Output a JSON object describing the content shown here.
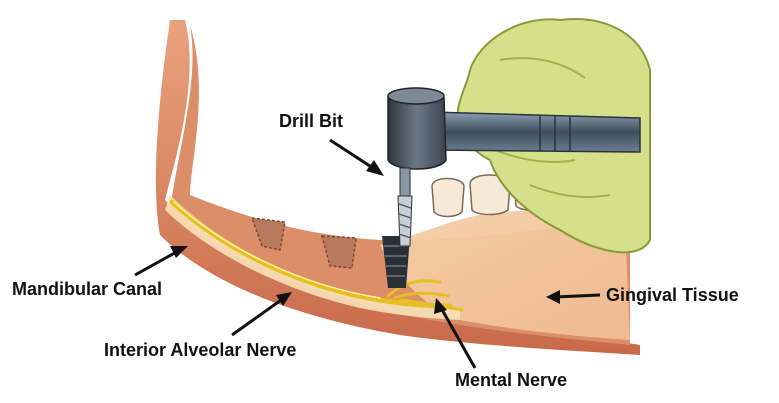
{
  "labels": {
    "drill_bit": "Drill Bit",
    "mandibular_canal": "Mandibular Canal",
    "gingival_tissue": "Gingival Tissue",
    "interior_alveolar_nerve": "Interior Alveolar Nerve",
    "mental_nerve": "Mental Nerve"
  },
  "colors": {
    "bone": "#e49a74",
    "bone_dark": "#c8694a",
    "gum": "#f2c39e",
    "nerve": "#e6c020",
    "handpiece": "#4a5a6a",
    "glove": "#d6e08a",
    "tooth": "#f6ead6",
    "arrow": "#111111"
  }
}
